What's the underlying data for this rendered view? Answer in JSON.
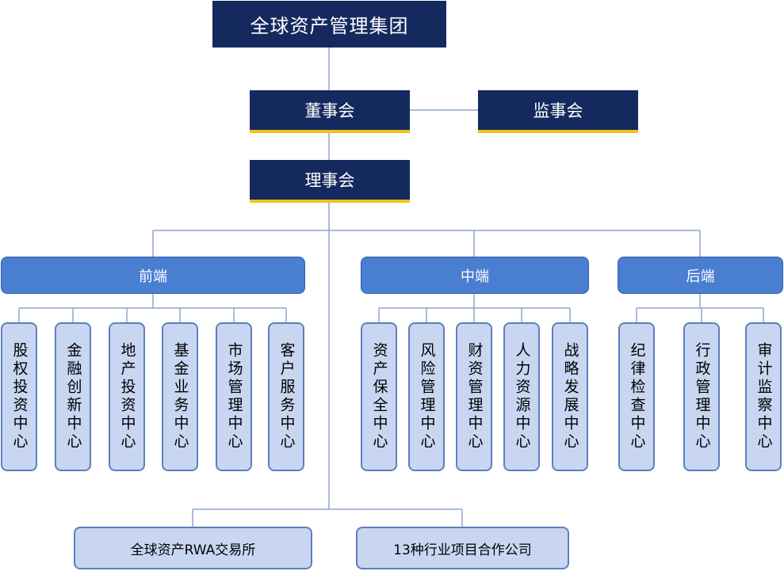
{
  "org": {
    "top": "全球资产管理集团",
    "board": "董事会",
    "supervisory": "监事会",
    "council": "理事会",
    "groups": [
      {
        "label": "前端",
        "units": [
          "股权投资中心",
          "金融创新中心",
          "地产投资中心",
          "基金业务中心",
          "市场管理中心",
          "客户服务中心"
        ]
      },
      {
        "label": "中端",
        "units": [
          "资产保全中心",
          "风险管理中心",
          "财资管理中心",
          "人力资源中心",
          "战略发展中心"
        ]
      },
      {
        "label": "后端",
        "units": [
          "纪律检查中心",
          "行政管理中心",
          "审计监察中心"
        ]
      }
    ],
    "bottom": [
      "全球资产RWA交易所",
      "13种行业项目合作公司"
    ]
  },
  "colors": {
    "dark": "#142a5f",
    "gold": "#f3c21a",
    "group": "#4a7ed1",
    "unit": "#c9d6f2",
    "line": "#8fa6cf"
  }
}
